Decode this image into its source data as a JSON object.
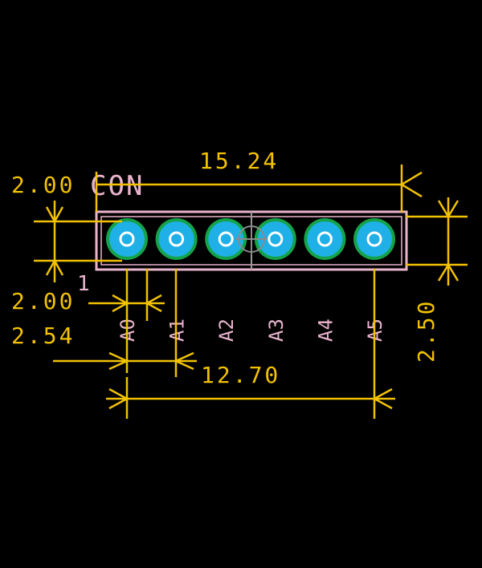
{
  "board": {
    "part_name": "CON",
    "pin1_label": "1",
    "pin_labels": [
      "A0",
      "A1",
      "A2",
      "A3",
      "A4",
      "A5"
    ],
    "pad_count": 6
  },
  "dimensions": {
    "total_length": "15.24",
    "pitch_span": "12.70",
    "body_height": "2.00",
    "pad_offset": "2.00",
    "pitch": "2.54",
    "right_height": "2.50"
  },
  "colors": {
    "background": "#000000",
    "dimension": "#f2c200",
    "silkscreen": "#e8b4cc",
    "pad_copper": "#1fb0e8",
    "pad_ring": "#15a34a",
    "drill_hole": "#ffffff",
    "crosshair": "#9a9a9a"
  }
}
